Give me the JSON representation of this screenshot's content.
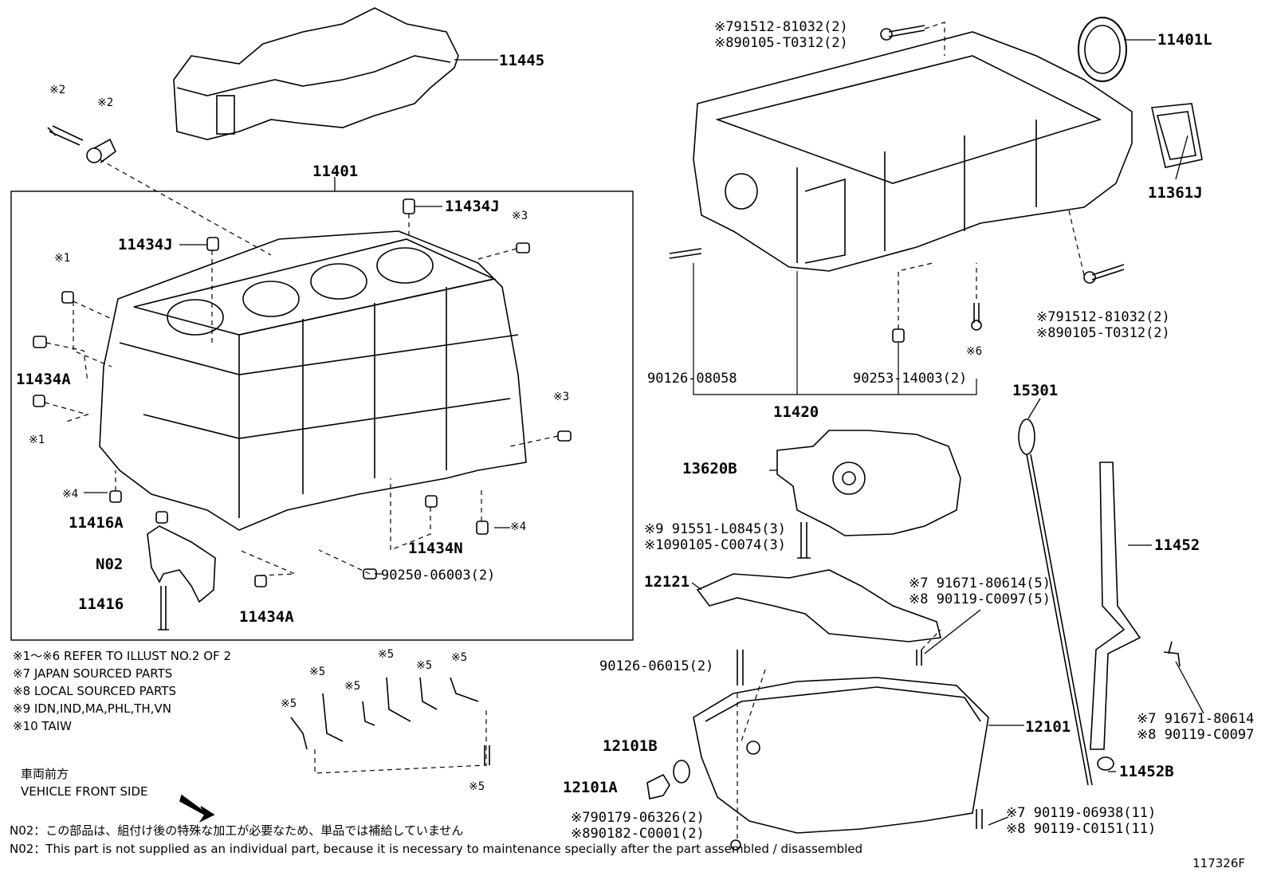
{
  "labels": {
    "p11445": "11445",
    "p11401": "11401",
    "p11434J_a": "11434J",
    "p11434J_b": "11434J",
    "p11434A_a": "11434A",
    "p11434A_b": "11434A",
    "p11416A": "11416A",
    "pN02": "N02",
    "p11416": "11416",
    "p11434N": "11434N",
    "p90250": "90250-06003(2)",
    "x2a": "※2",
    "x2b": "※2",
    "x1a": "※1",
    "x1b": "※1",
    "x3a": "※3",
    "x3b": "※3",
    "x4a": "※4",
    "x4b": "※4",
    "p11401L": "11401L",
    "p11361J": "11361J",
    "top791512": "※791512-81032(2)",
    "top890105": "※890105-T0312(2)",
    "mid791512": "※791512-81032(2)",
    "mid890105": "※890105-T0312(2)",
    "x6": "※6",
    "p90126_08058": "90126-08058",
    "p90253": "90253-14003(2)",
    "p11420": "11420",
    "p15301": "15301",
    "p13620B": "13620B",
    "p91551": "※9 91551-L0845(3)",
    "p1090105": "※1090105-C0074(3)",
    "p12121": "12121",
    "p91671_a": "※7 91671-80614(5)",
    "p90119_a": "※8 90119-C0097(5)",
    "p11452": "11452",
    "p90126_06015": "90126-06015(2)",
    "p12101": "12101",
    "p12101B": "12101B",
    "p12101A": "12101A",
    "p91671_b": "※7 91671-80614",
    "p90119_b": "※8 90119-C0097",
    "p11452B": "11452B",
    "p790179": "※790179-06326(2)",
    "p890182": "※890182-C0001(2)",
    "p90119_06938": "※7  90119-06938(11)",
    "p90119_c0151": "※8  90119-C0151(11)",
    "x5_1": "※5",
    "x5_2": "※5",
    "x5_3": "※5",
    "x5_4": "※5",
    "x5_5": "※5",
    "x5_6": "※5",
    "x5_7": "※5"
  },
  "legend": [
    "※1～※6  REFER TO ILLUST NO.2 OF 2",
    "※7   JAPAN SOURCED PARTS",
    "※8   LOCAL SOURCED PARTS",
    "※9   IDN,IND,MA,PHL,TH,VN",
    "※10 TAIW"
  ],
  "front": {
    "jp": "車両前方",
    "en": "VEHICLE FRONT SIDE"
  },
  "notes": {
    "jp": "N02：この部品は、組付け後の特殊な加工が必要なため、単品では補給していません",
    "en": "N02：This part is not supplied as an individual part, because it is necessary to maintenance specially after the part assembled / disassembled"
  },
  "ref": "117326F"
}
